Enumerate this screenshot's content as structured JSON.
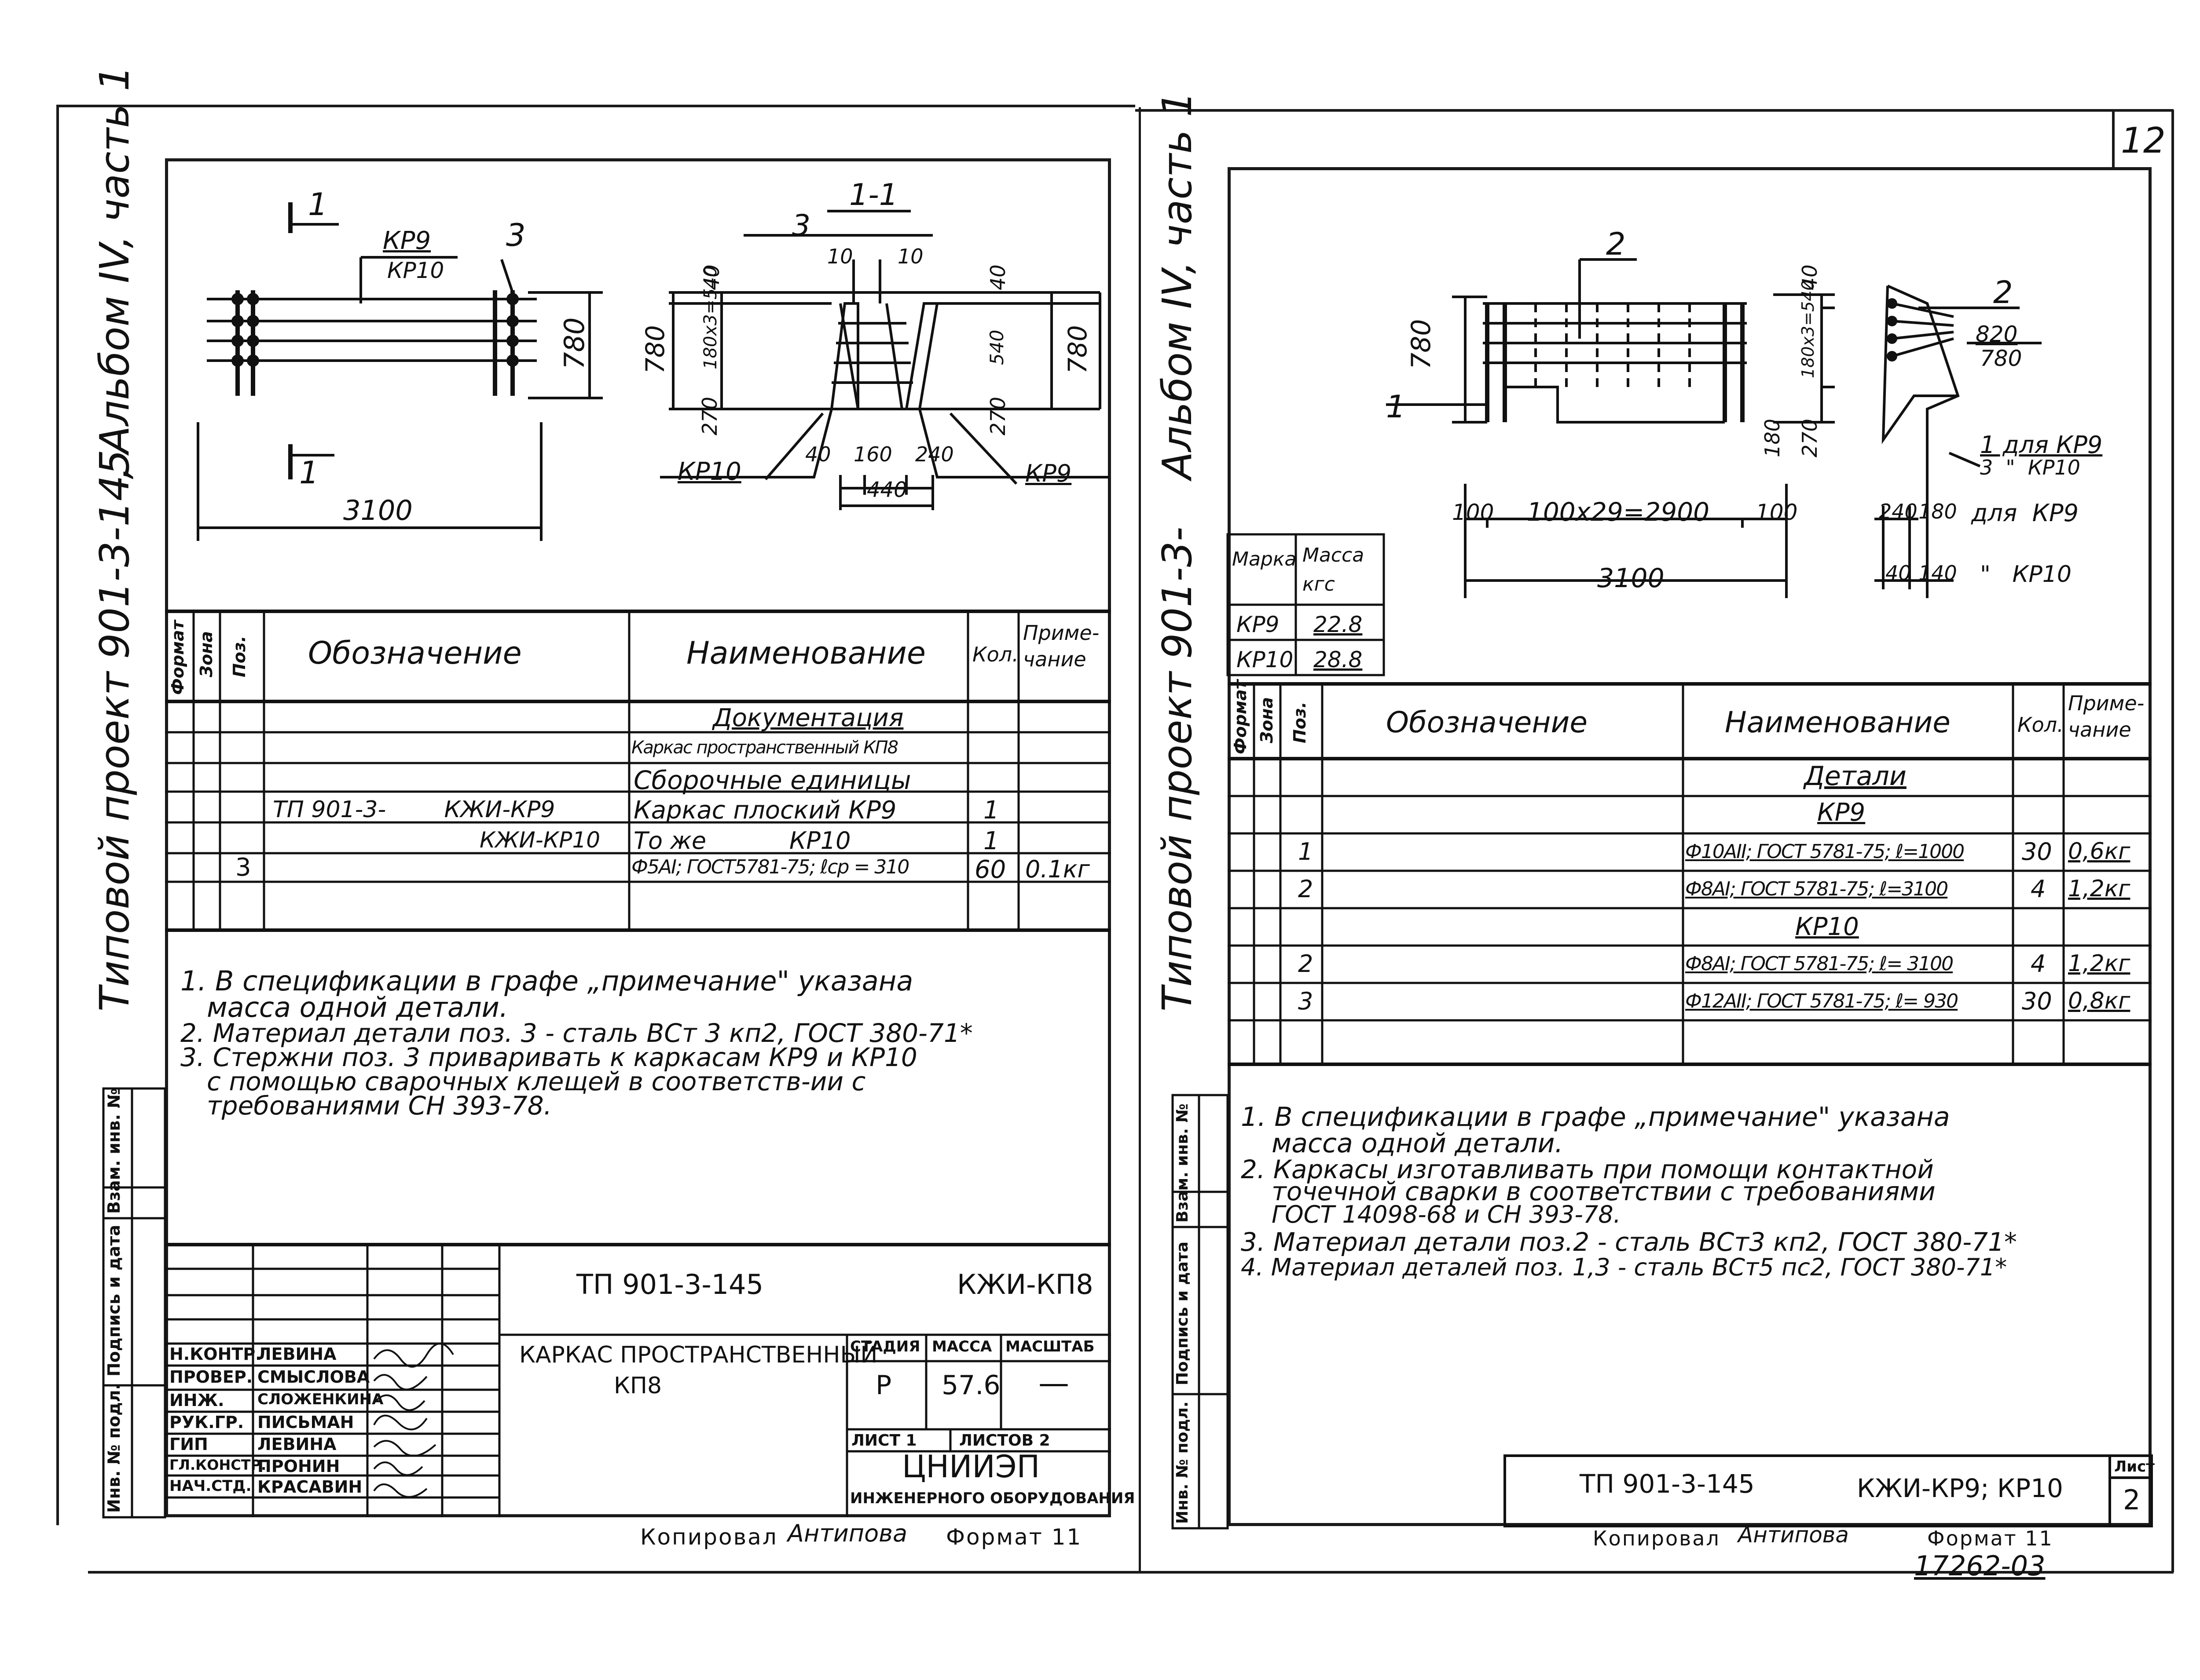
{
  "sheet_number": "12",
  "left_sheet": {
    "side_caption": {
      "project": "Типовой проект 901-3-145",
      "album": ", Альбом IV, часть 1"
    },
    "drawing": {
      "section_mark": "1",
      "section_title": "1-1",
      "labels": {
        "kp9": "КР9",
        "kp10": "КР10",
        "pos3": "3",
        "pos3b": "3"
      },
      "dims": {
        "length": "3100",
        "height": "780",
        "h780l": "780",
        "h780r": "780",
        "d40a": "40",
        "d40b": "40",
        "d180": "180х3=540",
        "d540": "540",
        "d270a": "270",
        "d270b": "270",
        "d10a": "10",
        "d10b": "10",
        "d40c": "40",
        "d160": "160",
        "d240": "240",
        "d440": "440"
      },
      "callouts": {
        "kp10": "КР10",
        "kp9": "КР9"
      }
    },
    "spec_table": {
      "headers": {
        "format": "Формат",
        "zone": "Зона",
        "pos": "Поз.",
        "designation": "Обозначение",
        "name": "Наименование",
        "qty": "Кол.",
        "note": "Приме- чание"
      },
      "rows": [
        {
          "pos": "",
          "designation": "",
          "name": "Документация",
          "qty": "",
          "note": ""
        },
        {
          "pos": "",
          "designation": "",
          "name": "Каркас пространственный КП8",
          "qty": "",
          "note": ""
        },
        {
          "pos": "",
          "designation": "",
          "name": "Сборочные единицы",
          "qty": "",
          "note": ""
        },
        {
          "pos": "",
          "designation": "ТП 901-3-        КЖИ-КР9",
          "name": "Каркас плоский КР9",
          "qty": "1",
          "note": ""
        },
        {
          "pos": "",
          "designation": "КЖИ-КР10",
          "name": "То же           КР10",
          "qty": "1",
          "note": ""
        },
        {
          "pos": "3",
          "designation": "",
          "name": "Ф5АI; ГОСТ5781-75; ℓср = 310",
          "qty": "60",
          "note": "0.1кг"
        }
      ]
    },
    "notes": [
      "1. В спецификации в графе „примечание\" указана",
      "масса одной детали.",
      "2. Материал детали поз. 3 - сталь  ВСт 3 кп2, ГОСТ 380-71*",
      "3. Стержни поз. 3 приваривать к каркасам КР9 и КР10",
      "с помощью сварочных клещей в соответств-ии с",
      "требованиями СН 393-78."
    ],
    "side_labels": [
      "Инв. № подл.",
      "Подпись и дата",
      "Взам. инв. №"
    ],
    "title_block": {
      "doc_code": "ТП 901-3-145",
      "doc_mark": "КЖИ-КП8",
      "title": "КАРКАС ПРОСТРАНСТВЕННЫЙ",
      "title2": "КП8",
      "stage_label": "СТАДИЯ",
      "mass_label": "МАССА",
      "scale_label": "МАСШТАБ",
      "stage": "Р",
      "mass": "57.6",
      "scale": "—",
      "sheet": "ЛИСТ 1",
      "sheets": "ЛИСТОВ 2",
      "org": "ЦНИИЭП",
      "org2": "ИНЖЕНЕРНОГО ОБОРУДОВАНИЯ",
      "people": [
        {
          "role": "Н.КОНТР.",
          "name": "ЛЕВИНА"
        },
        {
          "role": "ПРОВЕР.",
          "name": "СМЫСЛОВА"
        },
        {
          "role": "ИНЖ.",
          "name": "СЛОЖЕНКИНА"
        },
        {
          "role": "РУК.ГР.",
          "name": "ПИСЬМАН"
        },
        {
          "role": "ГИП",
          "name": "ЛЕВИНА"
        },
        {
          "role": "ГЛ.КОНСТР.",
          "name": "ПРОНИН"
        },
        {
          "role": "НАЧ.СТД.",
          "name": "КРАСАВИН"
        }
      ]
    },
    "copied": "Копировал",
    "copied_by": "Антипова",
    "format": "Формат 11"
  },
  "right_sheet": {
    "side_caption": {
      "project": "Типовой проект 901-3-",
      "album": "Альбом IV, часть 1"
    },
    "drawing": {
      "labels": {
        "pos2a": "2",
        "pos1": "1",
        "pos2b": "2"
      },
      "dims": {
        "h780": "780",
        "d40": "40",
        "d180": "180х3=540",
        "d270": "270",
        "d180b": "180",
        "d100a": "100",
        "d2900": "100х29=2900",
        "d100b": "100",
        "d3100": "3100",
        "d820": "820",
        "d780": "780",
        "d240": "240",
        "d180c": "180",
        "d40b": "40",
        "d140": "140"
      },
      "callouts": {
        "c1": "1 для КР9",
        "c2": "3  \"  КР10",
        "c3": "для  КР9",
        "c4": "\"   КР10"
      }
    },
    "mass_table": {
      "headers": {
        "mark": "Марка",
        "mass": "Масса кгс"
      },
      "rows": [
        {
          "mark": "КР9",
          "mass": "22.8"
        },
        {
          "mark": "КР10",
          "mass": "28.8"
        }
      ]
    },
    "spec_table": {
      "headers": {
        "format": "Формат",
        "zone": "Зона",
        "pos": "Поз.",
        "designation": "Обозначение",
        "name": "Наименование",
        "qty": "Кол.",
        "note": "Приме- чание"
      },
      "rows": [
        {
          "pos": "",
          "name": "Детали",
          "qty": "",
          "note": ""
        },
        {
          "pos": "",
          "name": "КР9",
          "qty": "",
          "note": ""
        },
        {
          "pos": "1",
          "name": "Ф10АII; ГОСТ 5781-75; ℓ=1000",
          "qty": "30",
          "note": "0,6кг"
        },
        {
          "pos": "2",
          "name": "Ф8АI; ГОСТ 5781-75; ℓ=3100",
          "qty": "4",
          "note": "1,2кг"
        },
        {
          "pos": "",
          "name": "КР10",
          "qty": "",
          "note": ""
        },
        {
          "pos": "2",
          "name": "Ф8АI; ГОСТ 5781-75; ℓ= 3100",
          "qty": "4",
          "note": "1,2кг"
        },
        {
          "pos": "3",
          "name": "Ф12АII; ГОСТ 5781-75; ℓ= 930",
          "qty": "30",
          "note": "0,8кг"
        },
        {
          "pos": "",
          "name": "",
          "qty": "",
          "note": ""
        }
      ]
    },
    "notes": [
      "1. В спецификации в графе „примечание\" указана",
      "масса одной детали.",
      "2. Каркасы изготавливать при помощи контактной",
      "точечной сварки в соответствии с требованиями",
      "ГОСТ 14098-68 и СН 393-78.",
      "3. Материал детали поз.2 - сталь ВСт3 кп2, ГОСТ 380-71*",
      "4. Материал деталей поз. 1,3 - сталь ВСт5 пс2, ГОСТ 380-71*"
    ],
    "side_labels": [
      "Инв. № подл.",
      "Подпись и дата",
      "Взам. инв. №"
    ],
    "title_block": {
      "doc_code": "ТП 901-3-145",
      "doc_mark": "КЖИ-КР9; КР10",
      "sheet_label": "Лист",
      "sheet": "2"
    },
    "copied": "Копировал",
    "copied_by": "Антипова",
    "format": "Формат 11",
    "archive": "17262-03"
  }
}
